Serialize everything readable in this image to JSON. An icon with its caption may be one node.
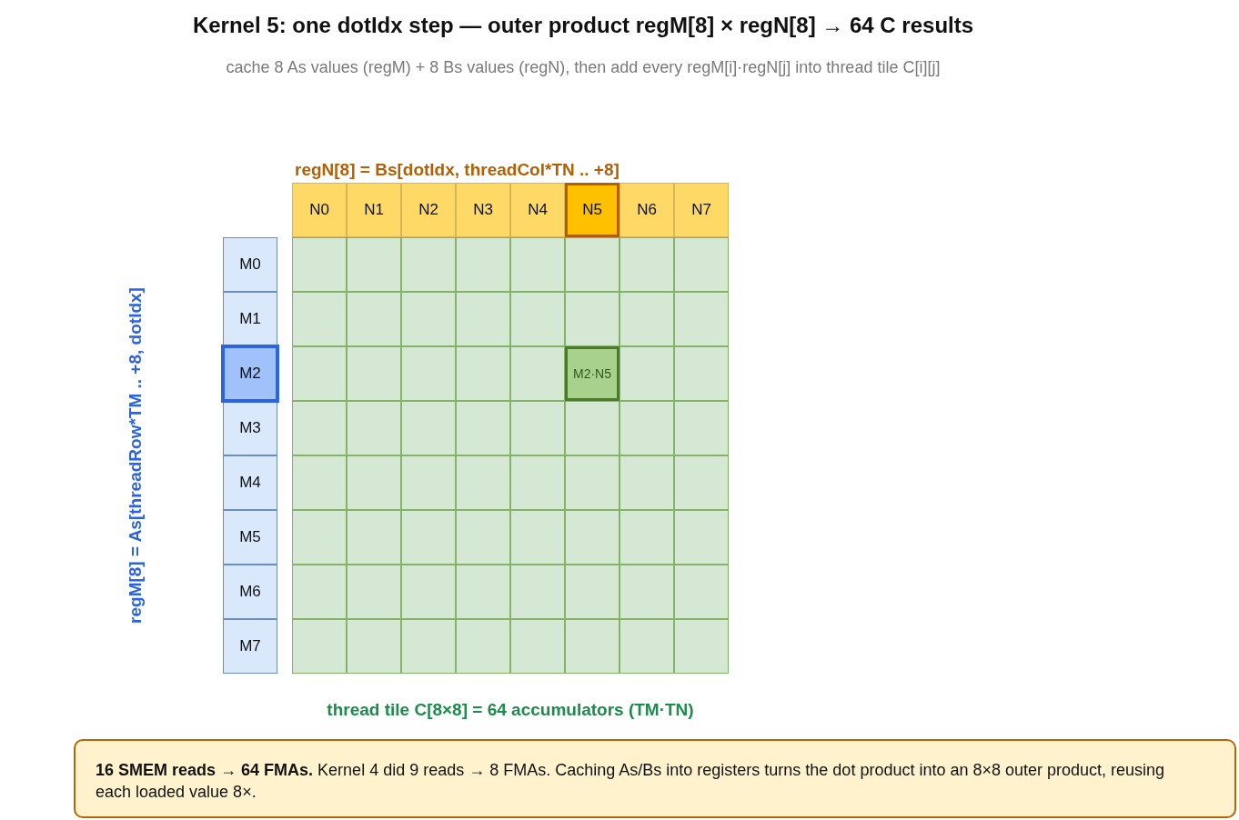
{
  "diagram": {
    "title": "Kernel 5: one dotIdx step — outer product regM[8] × regN[8] → 64 C results",
    "labels": [
      "cache 8 As values (regM) + 8 Bs values (regN), then add every regM[i]·regN[j] into thread tile C[i][j]"
    ],
    "nodes": [
      {
        "text": [
          "regN[8] = Bs[dotIdx, threadCol*TN .. +8]"
        ]
      },
      {
        "text": [
          "N0"
        ],
        "in": 0
      },
      {
        "text": [
          "N1"
        ],
        "in": 0
      },
      {
        "text": [
          "N2"
        ],
        "in": 0
      },
      {
        "text": [
          "N3"
        ],
        "in": 0
      },
      {
        "text": [
          "N4"
        ],
        "in": 0
      },
      {
        "text": [
          "N5"
        ],
        "in": 0
      },
      {
        "text": [
          "N6"
        ],
        "in": 0
      },
      {
        "text": [
          "N7"
        ],
        "in": 0
      },
      {
        "text": [
          "regM[8] = As[threadRow*TM .. +8, dotIdx]"
        ]
      },
      {
        "text": [
          "M0"
        ],
        "in": 9
      },
      {
        "text": [
          "M1"
        ],
        "in": 9
      },
      {
        "text": [
          "M2"
        ],
        "in": 9
      },
      {
        "text": [
          "M3"
        ],
        "in": 9
      },
      {
        "text": [
          "M4"
        ],
        "in": 9
      },
      {
        "text": [
          "M5"
        ],
        "in": 9
      },
      {
        "text": [
          "M6"
        ],
        "in": 9
      },
      {
        "text": [
          "M7"
        ],
        "in": 9
      },
      {
        "text": [
          "thread tile C[8×8] = 64 accumulators (TM·TN)"
        ]
      },
      {
        "text": [],
        "shape": "box",
        "in": 18
      },
      {
        "text": [],
        "shape": "box",
        "in": 18
      },
      {
        "text": [],
        "shape": "box",
        "in": 18
      },
      {
        "text": [],
        "shape": "box",
        "in": 18
      },
      {
        "text": [],
        "shape": "box",
        "in": 18
      },
      {
        "text": [],
        "shape": "box",
        "in": 18
      },
      {
        "text": [],
        "shape": "box",
        "in": 18
      },
      {
        "text": [],
        "shape": "box",
        "in": 18
      },
      {
        "text": [],
        "shape": "box",
        "in": 18
      },
      {
        "text": [],
        "shape": "box",
        "in": 18
      },
      {
        "text": [],
        "shape": "box",
        "in": 18
      },
      {
        "text": [],
        "shape": "box",
        "in": 18
      },
      {
        "text": [],
        "shape": "box",
        "in": 18
      },
      {
        "text": [],
        "shape": "box",
        "in": 18
      },
      {
        "text": [],
        "shape": "box",
        "in": 18
      },
      {
        "text": [],
        "shape": "box",
        "in": 18
      },
      {
        "text": [],
        "shape": "box",
        "in": 18
      },
      {
        "text": [],
        "shape": "box",
        "in": 18
      },
      {
        "text": [],
        "shape": "box",
        "in": 18
      },
      {
        "text": [],
        "shape": "box",
        "in": 18
      },
      {
        "text": [],
        "shape": "box",
        "in": 18
      },
      {
        "text": [
          "M2·N5"
        ],
        "in": 18
      },
      {
        "text": [],
        "shape": "box",
        "in": 18
      },
      {
        "text": [],
        "shape": "box",
        "in": 18
      },
      {
        "text": [],
        "shape": "box",
        "in": 18
      },
      {
        "text": [],
        "shape": "box",
        "in": 18
      },
      {
        "text": [],
        "shape": "box",
        "in": 18
      },
      {
        "text": [],
        "shape": "box",
        "in": 18
      },
      {
        "text": [],
        "shape": "box",
        "in": 18
      },
      {
        "text": [],
        "shape": "box",
        "in": 18
      },
      {
        "text": [],
        "shape": "box",
        "in": 18
      },
      {
        "text": [],
        "shape": "box",
        "in": 18
      },
      {
        "text": [],
        "shape": "box",
        "in": 18
      },
      {
        "text": [],
        "shape": "box",
        "in": 18
      },
      {
        "text": [],
        "shape": "box",
        "in": 18
      },
      {
        "text": [],
        "shape": "box",
        "in": 18
      },
      {
        "text": [],
        "shape": "box",
        "in": 18
      },
      {
        "text": [],
        "shape": "box",
        "in": 18
      },
      {
        "text": [],
        "shape": "box",
        "in": 18
      },
      {
        "text": [],
        "shape": "box",
        "in": 18
      },
      {
        "text": [],
        "shape": "box",
        "in": 18
      },
      {
        "text": [],
        "shape": "box",
        "in": 18
      },
      {
        "text": [],
        "shape": "box",
        "in": 18
      },
      {
        "text": [],
        "shape": "box",
        "in": 18
      },
      {
        "text": [],
        "shape": "box",
        "in": 18
      },
      {
        "text": [],
        "shape": "box",
        "in": 18
      },
      {
        "text": [],
        "shape": "box",
        "in": 18
      },
      {
        "text": [],
        "shape": "box",
        "in": 18
      },
      {
        "text": [],
        "shape": "box",
        "in": 18
      },
      {
        "text": [],
        "shape": "box",
        "in": 18
      },
      {
        "text": [],
        "shape": "box",
        "in": 18
      },
      {
        "text": [],
        "shape": "box",
        "in": 18
      },
      {
        "text": [],
        "shape": "box",
        "in": 18
      },
      {
        "text": [],
        "shape": "box",
        "in": 18
      },
      {
        "text": [],
        "shape": "box",
        "in": 18
      },
      {
        "text": [],
        "shape": "box",
        "in": 18
      },
      {
        "text": [],
        "shape": "box",
        "in": 18
      },
      {
        "text": [],
        "shape": "box",
        "in": 18
      },
      {
        "text": [],
        "shape": "box",
        "in": 18
      },
      {
        "text": [],
        "shape": "box",
        "in": 18
      },
      {
        "text": [],
        "shape": "box",
        "in": 18
      },
      {
        "text": [],
        "shape": "box",
        "in": 18
      },
      {
        "text": [],
        "shape": "box",
        "in": 18
      },
      {
        "text": [],
        "shape": "box",
        "in": 18
      },
      {
        "text": [
          "**16 SMEM reads → 64 FMAs.** Kernel 4 did 9 reads → 8 FMAs. Caching As/Bs into registers turns the dot product into an 8×8 outer product, reusing each loaded value 8×."
        ]
      }
    ]
  }
}
